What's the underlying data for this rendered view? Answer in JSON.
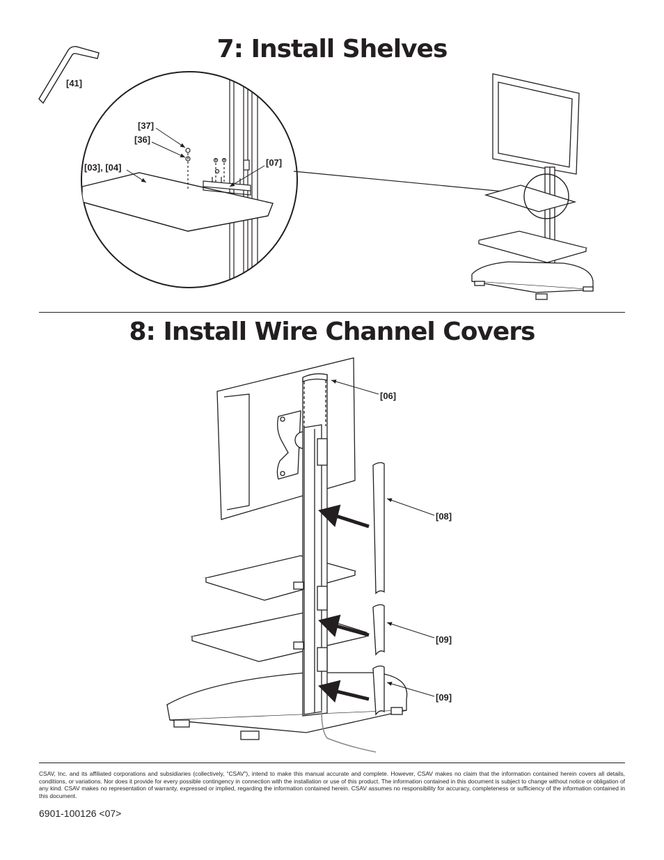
{
  "step7": {
    "title": "7: Install Shelves",
    "labels": {
      "hex_key": "[41]",
      "screw": "[37]",
      "washer": "[36]",
      "shelf": "[03], [04]",
      "bracket": "[07]"
    }
  },
  "step8": {
    "title": "8: Install Wire Channel Covers",
    "labels": {
      "top_cap": "[06]",
      "cover_long": "[08]",
      "cover_short_1": "[09]",
      "cover_short_2": "[09]"
    }
  },
  "footer": {
    "disclaimer": "CSAV, Inc. and its affiliated corporations and subsidiaries (collectively, “CSAV”), intend to make this manual accurate and complete. However, CSAV makes no claim that the information contained herein covers all details, conditions, or variations. Nor does it provide for every possible contingency in connection with the installation or use of this product. The information contained in this document is subject to change without notice or obligation of any kind. CSAV makes no representation of warranty, expressed or implied, regarding the information contained herein. CSAV assumes no responsibility for accuracy, completeness or sufficiency of the information contained in this document.",
    "doc_number": "6901-100126 <07>"
  }
}
